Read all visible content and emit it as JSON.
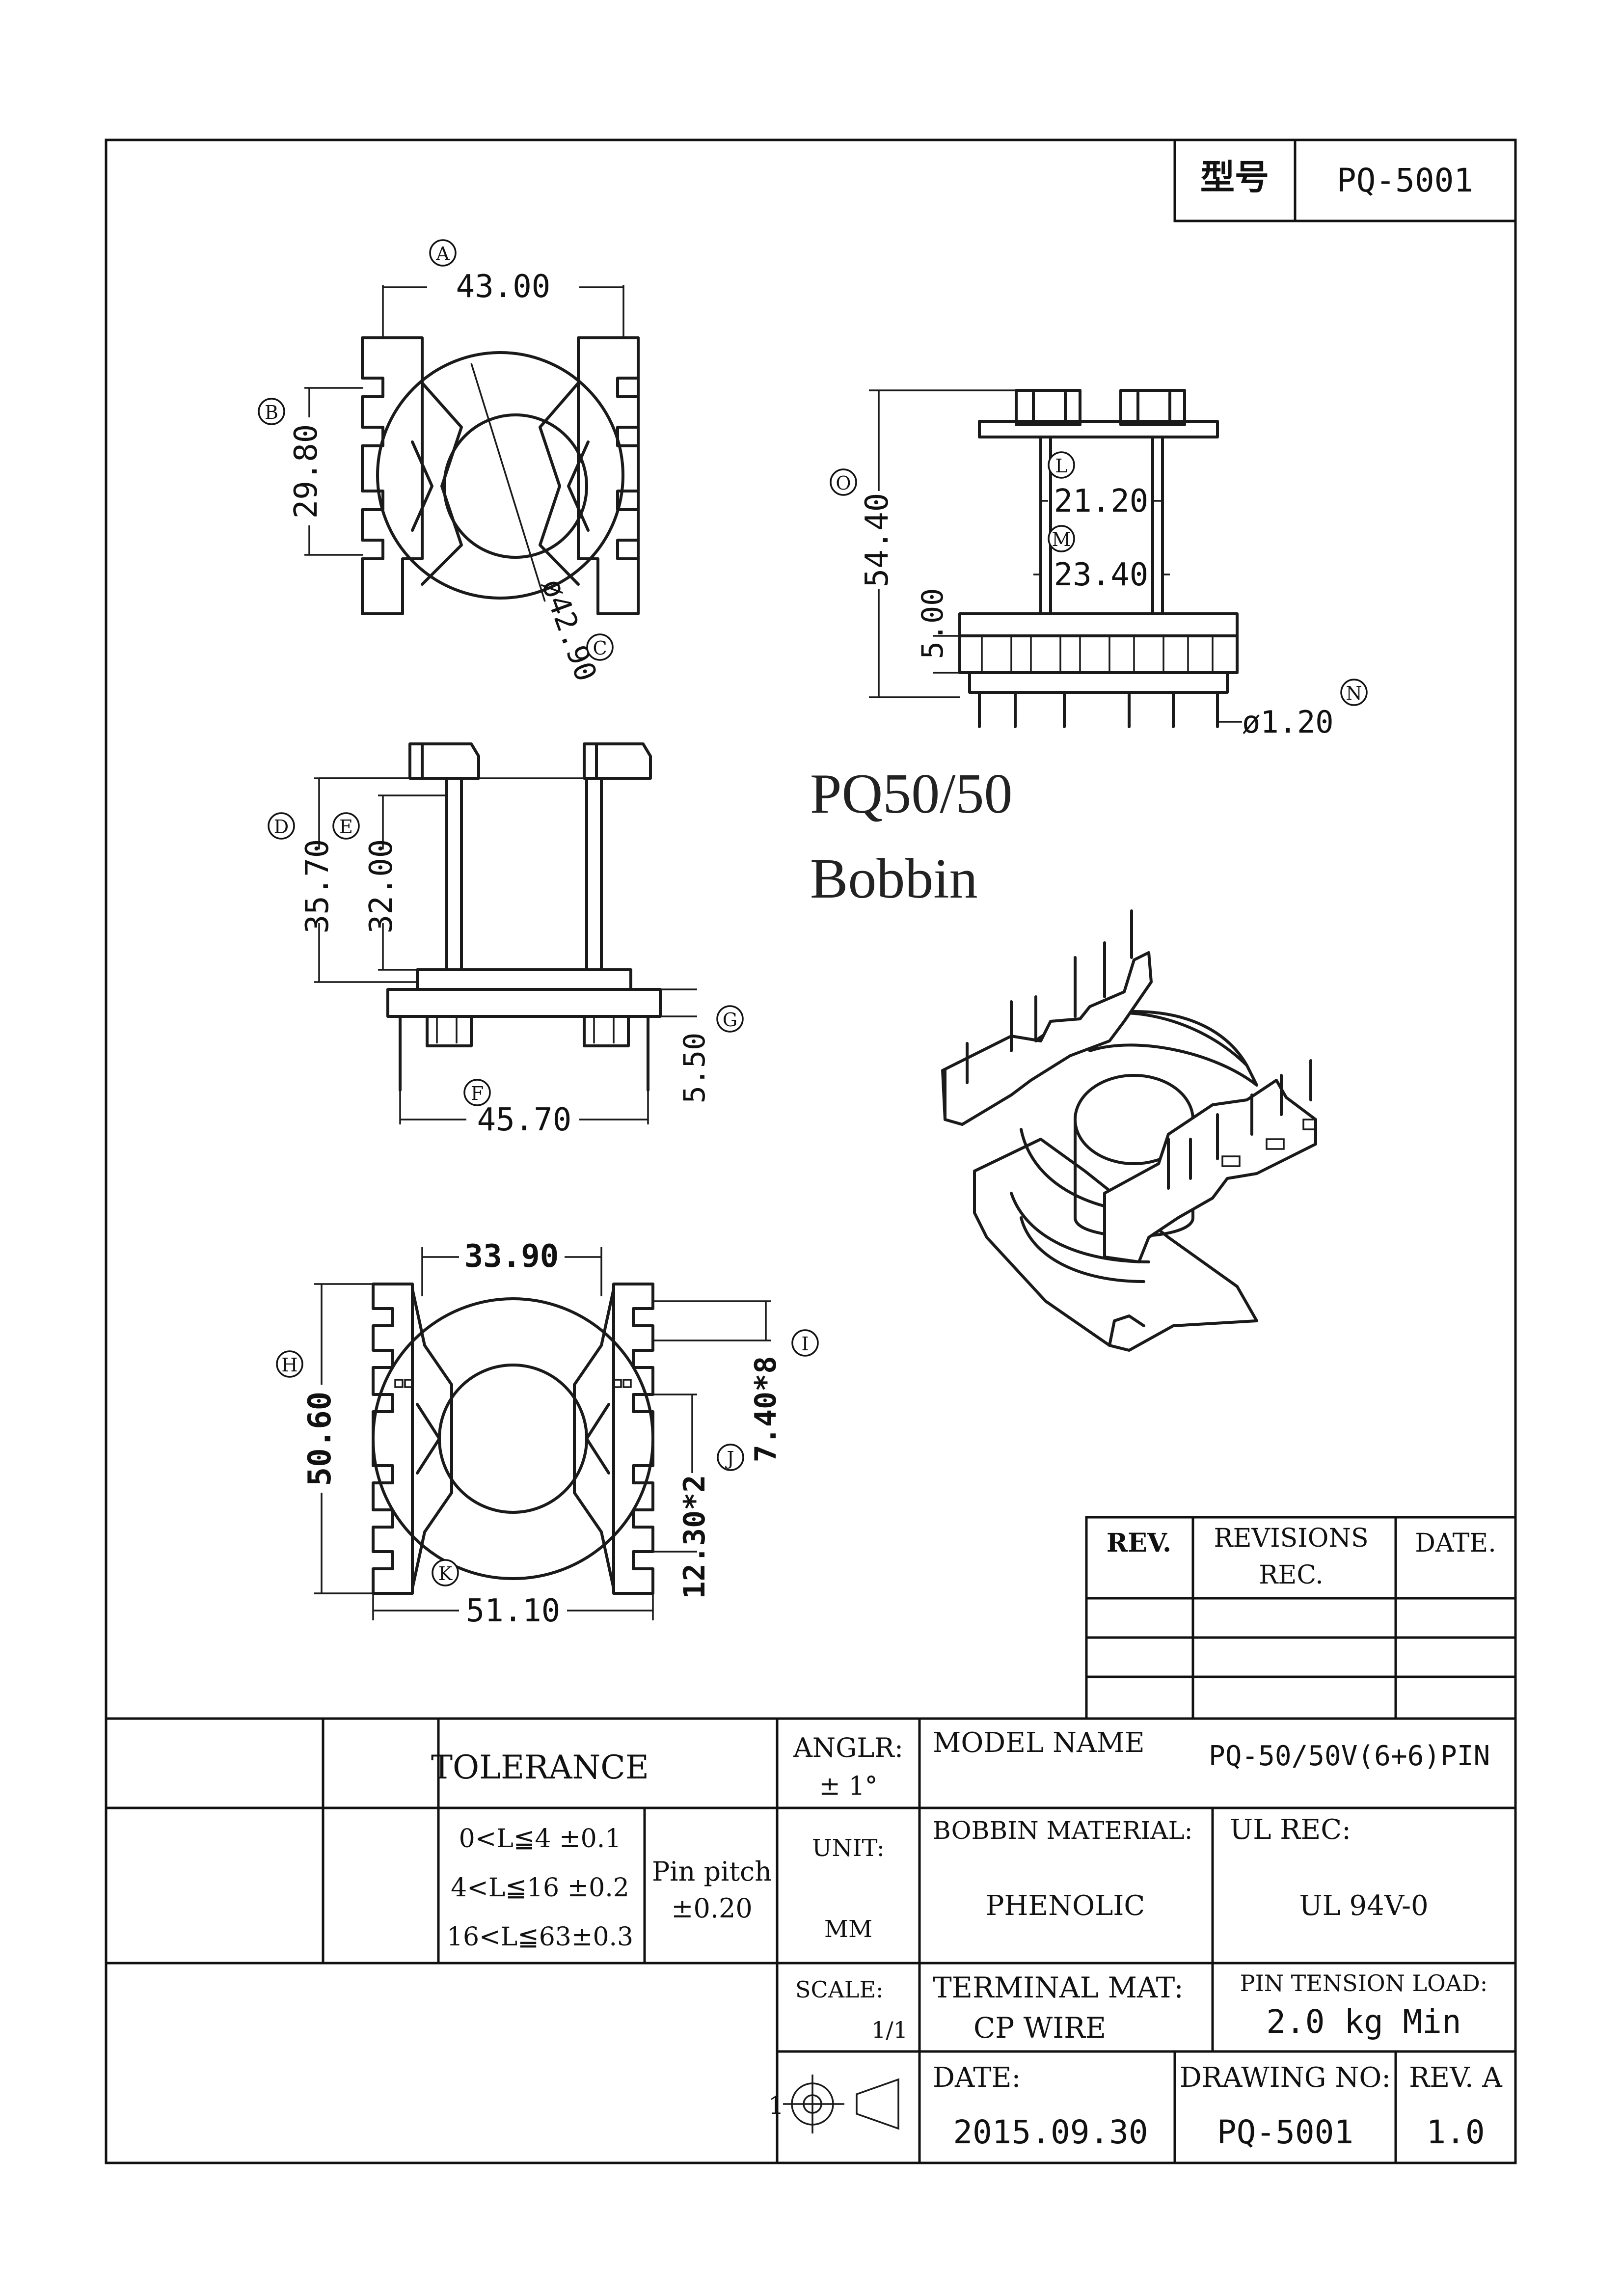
{
  "header": {
    "type_label": "型号",
    "type_value": "PQ-5001"
  },
  "product_caption": {
    "line1": "PQ50/50",
    "line2": "Bobbin"
  },
  "dimensions": {
    "A": "43.00",
    "B": "29.80",
    "C": "ø42.90",
    "D": "35.70",
    "E": "32.00",
    "F": "45.70",
    "G": "5.50",
    "H": "50.60",
    "I": "7.40*8",
    "J": "12.30*2",
    "K": "51.10",
    "L": "21.20",
    "M": "23.40",
    "N": "ø1.20",
    "O": "54.40",
    "P": "5.00",
    "top_width": "33.90"
  },
  "markers": [
    "A",
    "B",
    "C",
    "D",
    "E",
    "F",
    "G",
    "H",
    "I",
    "J",
    "K",
    "L",
    "M",
    "N",
    "O"
  ],
  "revisions": {
    "col_rev": "REV.",
    "col_revisions_1": "REVISIONS",
    "col_revisions_2": "REC.",
    "col_date": "DATE."
  },
  "title_block": {
    "tolerance": "TOLERANCE",
    "tol_1": "0<L≦4  ±0.1",
    "tol_2": "4<L≦16  ±0.2",
    "tol_3": "16<L≦63±0.3",
    "pin_pitch_1": "Pin pitch",
    "pin_pitch_2": "±0.20",
    "anglr_1": "ANGLR:",
    "anglr_2": "± 1°",
    "unit_label": "UNIT:",
    "unit_value": "MM",
    "scale_label": "SCALE:",
    "scale_value": "1/1",
    "model_name_label": "MODEL NAME",
    "model_name_value": "PQ-50/50V(6+6)PIN",
    "bobbin_material_label": "BOBBIN MATERIAL:",
    "bobbin_material_value": "PHENOLIC",
    "ul_rec_label": "UL REC:",
    "ul_rec_value": "UL 94V-0",
    "terminal_mat_label": "TERMINAL MAT:",
    "terminal_mat_value": "CP  WIRE",
    "pin_tension_label": "PIN  TENSION  LOAD:",
    "pin_tension_value": "2.0 kg Min",
    "date_label": "DATE:",
    "date_value": "2015.09.30",
    "drawing_no_label": "DRAWING NO:",
    "drawing_no_value": "PQ-5001",
    "rev_label": "REV. A",
    "rev_value": "1.0",
    "left_mark": "1"
  }
}
